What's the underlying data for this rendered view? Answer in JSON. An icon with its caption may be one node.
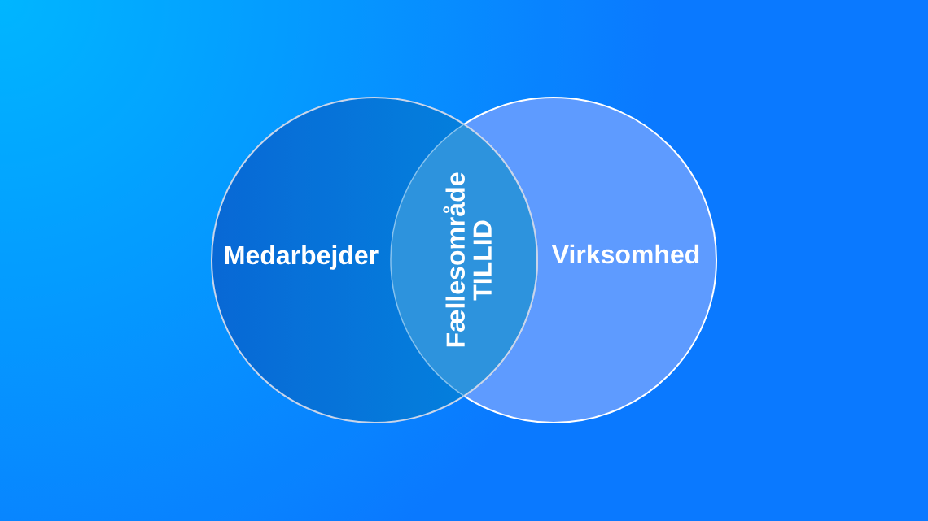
{
  "diagram": {
    "nodes": [
      {
        "text": [
          "Medarbejder"
        ]
      },
      {
        "text": [
          "Virksomhed"
        ]
      },
      {
        "text": [
          "Fællesområde",
          "TILLID"
        ]
      }
    ]
  }
}
